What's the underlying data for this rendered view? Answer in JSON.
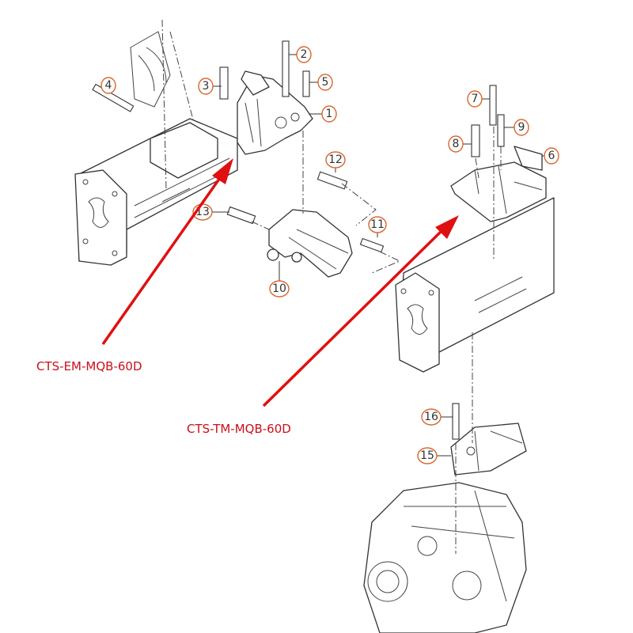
{
  "diagram": {
    "callouts": [
      "1",
      "2",
      "3",
      "4",
      "5",
      "6",
      "7",
      "8",
      "9",
      "10",
      "11",
      "12",
      "13",
      "15",
      "16"
    ],
    "product_labels": {
      "engine_mount": "CTS-EM-MQB-60D",
      "transmission_mount": "CTS-TM-MQB-60D"
    },
    "colors": {
      "arrow": "#e01010",
      "label": "#c8101a",
      "callout_border": "#d9662c"
    }
  }
}
